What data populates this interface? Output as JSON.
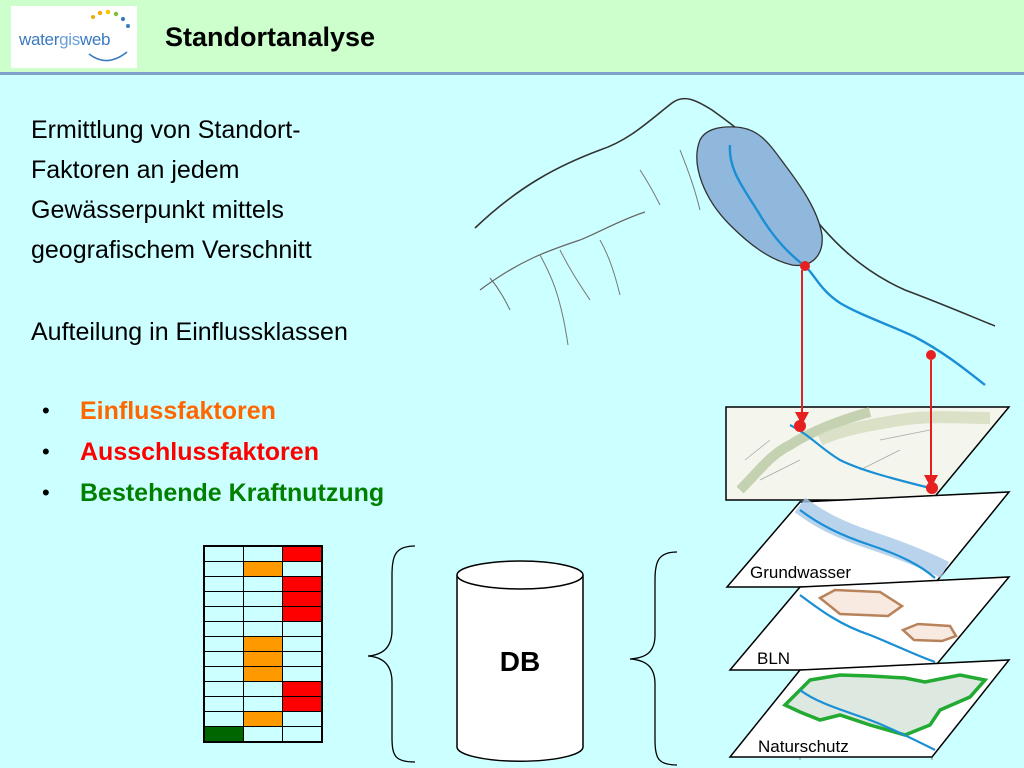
{
  "header": {
    "logo_part1": "water",
    "logo_part2": "gis",
    "logo_part3": "web",
    "title": "Standortanalyse"
  },
  "intro": {
    "line1": "Ermittlung von Standort-",
    "line2": "Faktoren an jedem",
    "line3": "Gewässerpunkt mittels",
    "line4": "geografischem Verschnitt",
    "subheading": "Aufteilung in Einflussklassen"
  },
  "bullets": [
    {
      "label": "Einflussfaktoren",
      "color": "#ff6600"
    },
    {
      "label": "Ausschlussfaktoren",
      "color": "#ff0000"
    },
    {
      "label": "Bestehende Kraftnutzung",
      "color": "#008000"
    }
  ],
  "database": {
    "label": "DB"
  },
  "layers": [
    {
      "label": "Grundwasser"
    },
    {
      "label": "BLN"
    },
    {
      "label": "Naturschutz"
    }
  ],
  "colors": {
    "cyan": "#ccffff",
    "orange": "#ff9900",
    "red": "#ff0000",
    "dark_green": "#006600",
    "river_blue": "#1a8fd6",
    "lake_fill": "#8fb8dc",
    "bln_outline": "#b8825a",
    "naturschutz_outline": "#22aa33",
    "marker_red": "#ff2a2a"
  },
  "matrix": {
    "rows": [
      [
        "cyan",
        "cyan",
        "red"
      ],
      [
        "cyan",
        "orange",
        "cyan"
      ],
      [
        "cyan",
        "cyan",
        "red"
      ],
      [
        "cyan",
        "cyan",
        "red"
      ],
      [
        "cyan",
        "cyan",
        "red"
      ],
      [
        "cyan",
        "cyan",
        "cyan"
      ],
      [
        "cyan",
        "orange",
        "cyan"
      ],
      [
        "cyan",
        "orange",
        "cyan"
      ],
      [
        "cyan",
        "orange",
        "cyan"
      ],
      [
        "cyan",
        "cyan",
        "red"
      ],
      [
        "cyan",
        "cyan",
        "red"
      ],
      [
        "cyan",
        "orange",
        "cyan"
      ],
      [
        "dark_green",
        "cyan",
        "cyan"
      ]
    ]
  }
}
